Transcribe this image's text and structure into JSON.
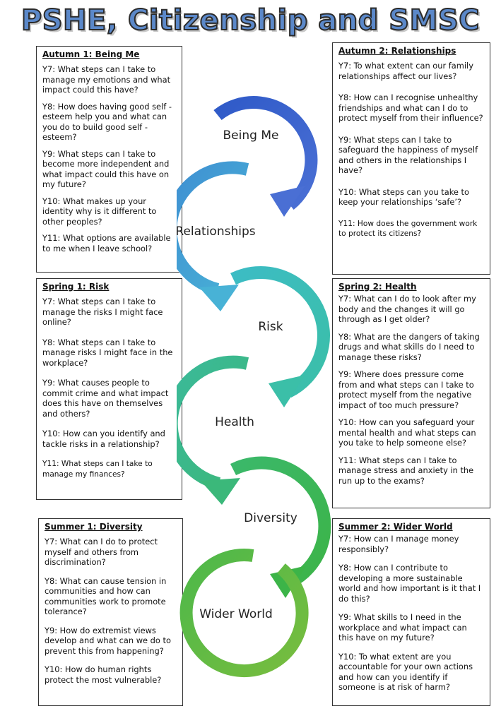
{
  "title": "PSHE, Citizenship and SMSC",
  "colors": {
    "being_me": "#3a5fc4",
    "relationships": "#3f9fd0",
    "risk": "#3cbdb0",
    "health": "#3bb88a",
    "diversity": "#3cb655",
    "wider_world": "#5fb944"
  },
  "cycle": [
    {
      "label": "Being Me",
      "icon": "curved-arrow-icon"
    },
    {
      "label": "Relationships",
      "icon": "curved-arrow-icon"
    },
    {
      "label": "Risk",
      "icon": "curved-arrow-icon"
    },
    {
      "label": "Health",
      "icon": "curved-arrow-icon"
    },
    {
      "label": "Diversity",
      "icon": "curved-arrow-icon"
    },
    {
      "label": "Wider World",
      "icon": "curved-arrow-icon"
    }
  ],
  "autumn1": {
    "title": "Autumn 1: Being Me",
    "questions": [
      "Y7: What steps can I take to manage my emotions and what impact could this have?",
      "Y8: How does having good self - esteem help you and what can you do to build good self - esteem?",
      "Y9: What steps can I take to become more independent and what impact could this have on my future?",
      "Y10: What makes up your identity why is it different to other peoples?",
      "Y11: What options are available to me when I leave school?"
    ]
  },
  "autumn2": {
    "title": "Autumn 2: Relationships",
    "questions": [
      "Y7: To what extent can our family relationships affect our lives?",
      "Y8: How can I recognise unhealthy friendships and what can I do to protect myself from their influence?",
      "Y9: What steps can I take to safeguard the happiness of myself and others in the relationships I have?",
      "Y10: What steps can you take to keep your relationships ‘safe’?",
      "Y11: How does the government work to protect its citizens?"
    ]
  },
  "spring1": {
    "title": "Spring 1: Risk",
    "questions": [
      "Y7: What steps can I take to manage the risks I might face online?",
      "Y8: What steps can I take to manage risks I might face in the workplace?",
      "Y9: What causes people to commit crime and what impact does this have on themselves and others?",
      "Y10: How can you identify and tackle risks in a relationship?",
      "Y11: What steps can I take to manage my finances?"
    ]
  },
  "spring2": {
    "title": "Spring 2: Health",
    "questions": [
      "Y7: What can I do to look after my body and the changes it will go through as I get older?",
      "Y8: What are the dangers of taking drugs and what skills do I need to manage these risks?",
      "Y9: Where does pressure come from and what steps can I take to protect myself from the negative impact of too much pressure?",
      "Y10: How can you safeguard your mental health and what steps can you take to help someone else?",
      "Y11: What steps can I take to manage stress and anxiety in the run up to the exams?"
    ]
  },
  "summer1": {
    "title": "Summer 1: Diversity",
    "questions": [
      "Y7: What can I do to protect myself and others from discrimination?",
      "Y8: What can cause tension in communities and how can communities work to promote tolerance?",
      "Y9: How do extremist views develop and what can we do to prevent this from happening?",
      "Y10: How do human rights protect the most vulnerable?"
    ]
  },
  "summer2": {
    "title": "Summer 2: Wider World",
    "questions": [
      "Y7: How can I manage money responsibly?",
      "Y8: How can I contribute to developing a more sustainable world and how important is it that I do this?",
      "Y9: What skills to I need in the workplace and what impact can this have on my future?",
      "Y10: To what extent are you accountable for your own actions and how can you identify if someone is at risk of harm?"
    ]
  }
}
